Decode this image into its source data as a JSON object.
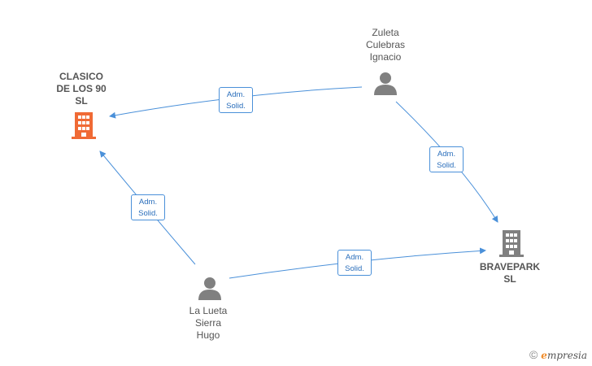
{
  "nodes": {
    "clasico": {
      "lines": [
        "CLASICO",
        "DE LOS 90",
        "SL"
      ],
      "type": "company",
      "color": "#f06a35"
    },
    "bravepark": {
      "lines": [
        "BRAVEPARK",
        "SL"
      ],
      "type": "company",
      "color": "#808080"
    },
    "zuleta": {
      "lines": [
        "Zuleta",
        "Culebras",
        "Ignacio"
      ],
      "type": "person",
      "color": "#808080"
    },
    "lalueta": {
      "lines": [
        "La Lueta",
        "Sierra",
        "Hugo"
      ],
      "type": "person",
      "color": "#808080"
    }
  },
  "edges": [
    {
      "from": "zuleta",
      "to": "clasico",
      "label": [
        "Adm.",
        "Solid."
      ]
    },
    {
      "from": "zuleta",
      "to": "bravepark",
      "label": [
        "Adm.",
        "Solid."
      ]
    },
    {
      "from": "lalueta",
      "to": "clasico",
      "label": [
        "Adm.",
        "Solid."
      ]
    },
    {
      "from": "lalueta",
      "to": "bravepark",
      "label": [
        "Adm.",
        "Solid."
      ]
    }
  ],
  "colors": {
    "edge": "#4a90d9",
    "edge_label_text": "#2a6ebb"
  },
  "watermark": {
    "copyright": "©",
    "brand_initial": "e",
    "brand_rest": "mpresia"
  }
}
